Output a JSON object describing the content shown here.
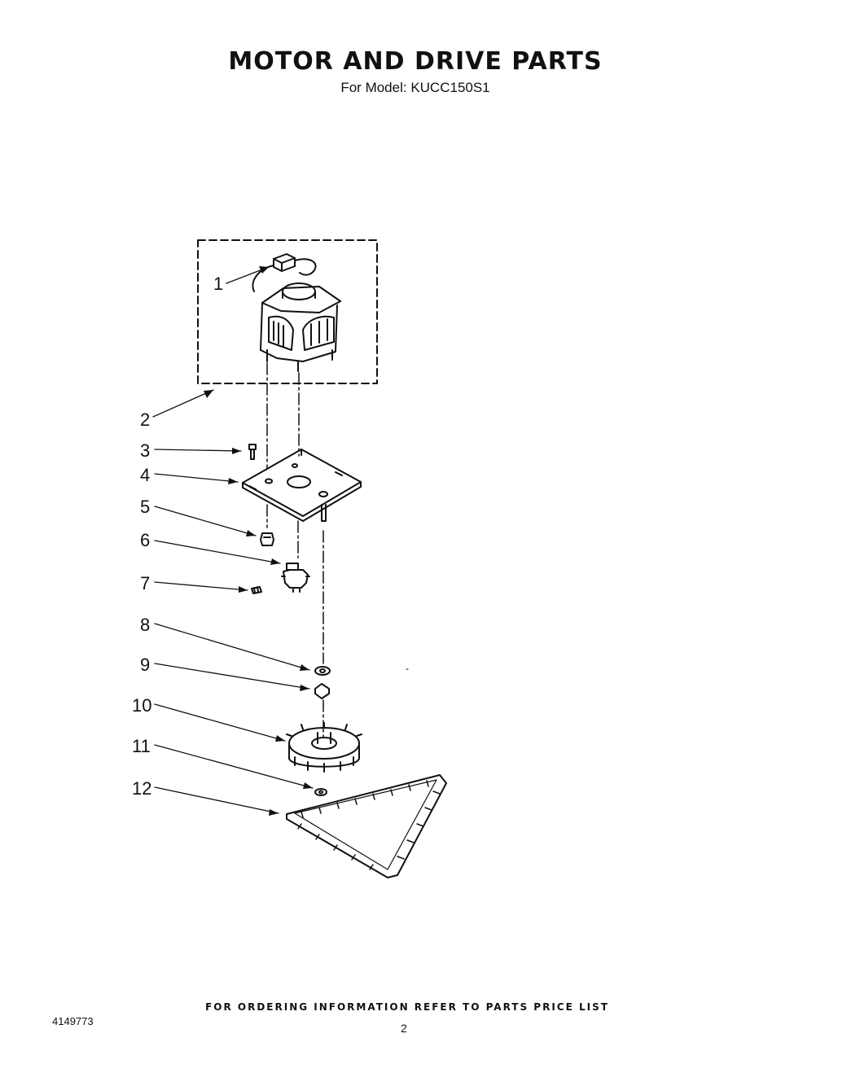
{
  "header": {
    "title": "MOTOR AND DRIVE PARTS",
    "subtitle": "For Model: KUCC150S1"
  },
  "callouts": [
    "1",
    "2",
    "3",
    "4",
    "5",
    "6",
    "7",
    "8",
    "9",
    "10",
    "11",
    "12"
  ],
  "footer": {
    "ordering_note": "FOR ORDERING INFORMATION REFER TO PARTS PRICE LIST",
    "document_number": "4149773",
    "page_number": "2"
  }
}
